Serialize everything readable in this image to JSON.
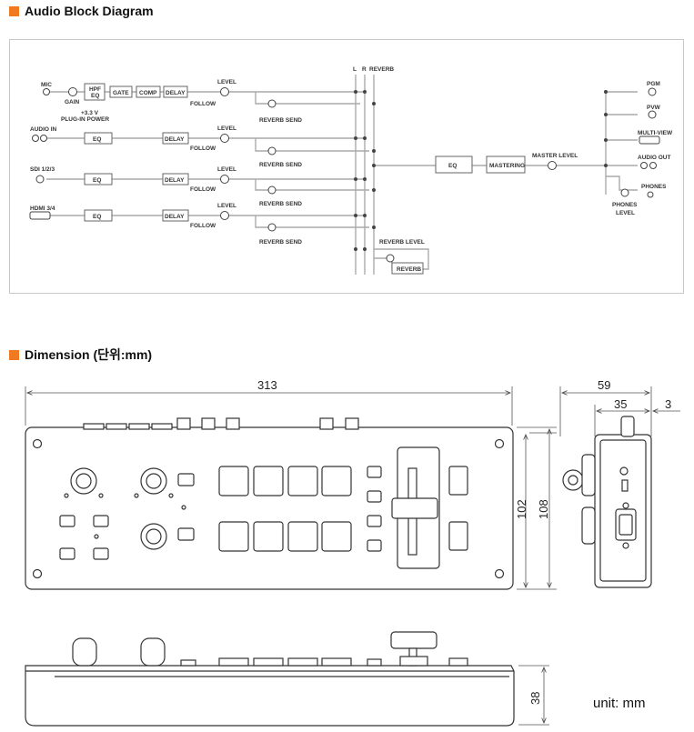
{
  "headings": {
    "audio_block": "Audio Block Diagram",
    "dimension": "Dimension (단위:mm)"
  },
  "accent_color": "#f07a22",
  "audio_diagram": {
    "inputs": {
      "mic": "MIC",
      "audio_in": "AUDIO IN",
      "sdi": "SDI 1/2/3",
      "hdmi": "HDMI 3/4"
    },
    "blocks": {
      "gain": "GAIN",
      "plugin_power": "PLUG-IN POWER",
      "v33": "+3.3 V",
      "hpf": "HPF",
      "eq": "EQ",
      "gate": "GATE",
      "comp": "COMP",
      "delay": "DELAY",
      "level": "LEVEL",
      "follow": "FOLLOW",
      "reverb_send": "REVERB SEND",
      "reverb_level": "REVERB LEVEL",
      "reverb": "REVERB",
      "mastering": "MASTERING",
      "master_level": "MASTER LEVEL",
      "phones_level_1": "PHONES",
      "phones_level_2": "LEVEL"
    },
    "bus": {
      "l": "L",
      "r": "R",
      "reverb": "REVERB"
    },
    "outputs": {
      "pgm": "PGM",
      "pvw": "PVW",
      "multiview": "MULTI-VIEW",
      "audio_out": "AUDIO OUT",
      "phones": "PHONES"
    }
  },
  "dimensions": {
    "width": "313",
    "depth": "59",
    "depth_inner": "35",
    "edge": "3",
    "height_inner": "102",
    "height_outer": "108",
    "thickness": "38",
    "unit": "unit: mm"
  }
}
